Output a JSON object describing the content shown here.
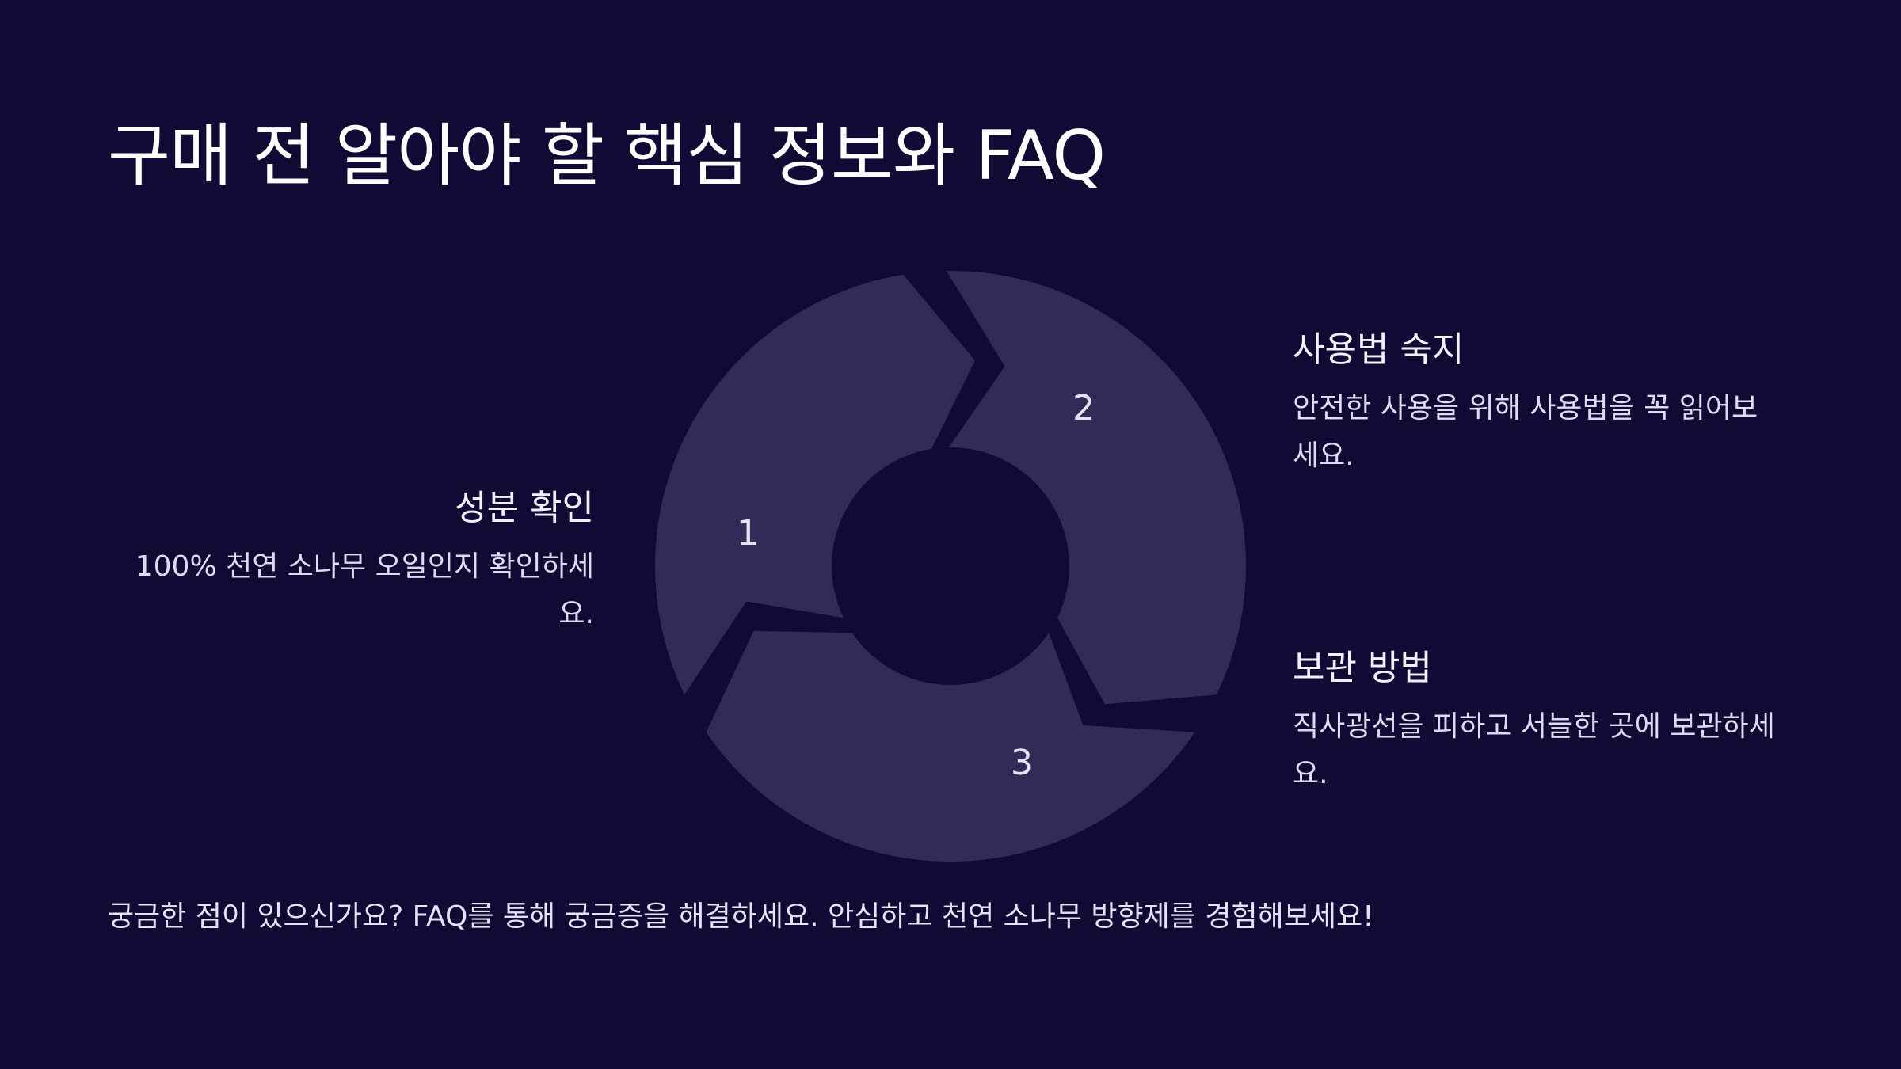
{
  "page": {
    "title": "구매 전 알아야 할 핵심 정보와 FAQ",
    "footer": "궁금한 점이 있으신가요? FAQ를 통해 궁금증을 해결하세요. 안심하고 천연 소나무 방향제를 경험해보세요!"
  },
  "colors": {
    "background": "#100b34",
    "segment": "#302b57",
    "text": "#ffffff"
  },
  "cycle": {
    "segments": [
      {
        "number": "1",
        "title": "성분 확인",
        "description": "100% 천연 소나무 오일인지 확인하세요."
      },
      {
        "number": "2",
        "title": "사용법 숙지",
        "description": "안전한 사용을 위해 사용법을 꼭 읽어보세요."
      },
      {
        "number": "3",
        "title": "보관 방법",
        "description": "직사광선을 피하고 서늘한 곳에 보관하세요."
      }
    ]
  }
}
